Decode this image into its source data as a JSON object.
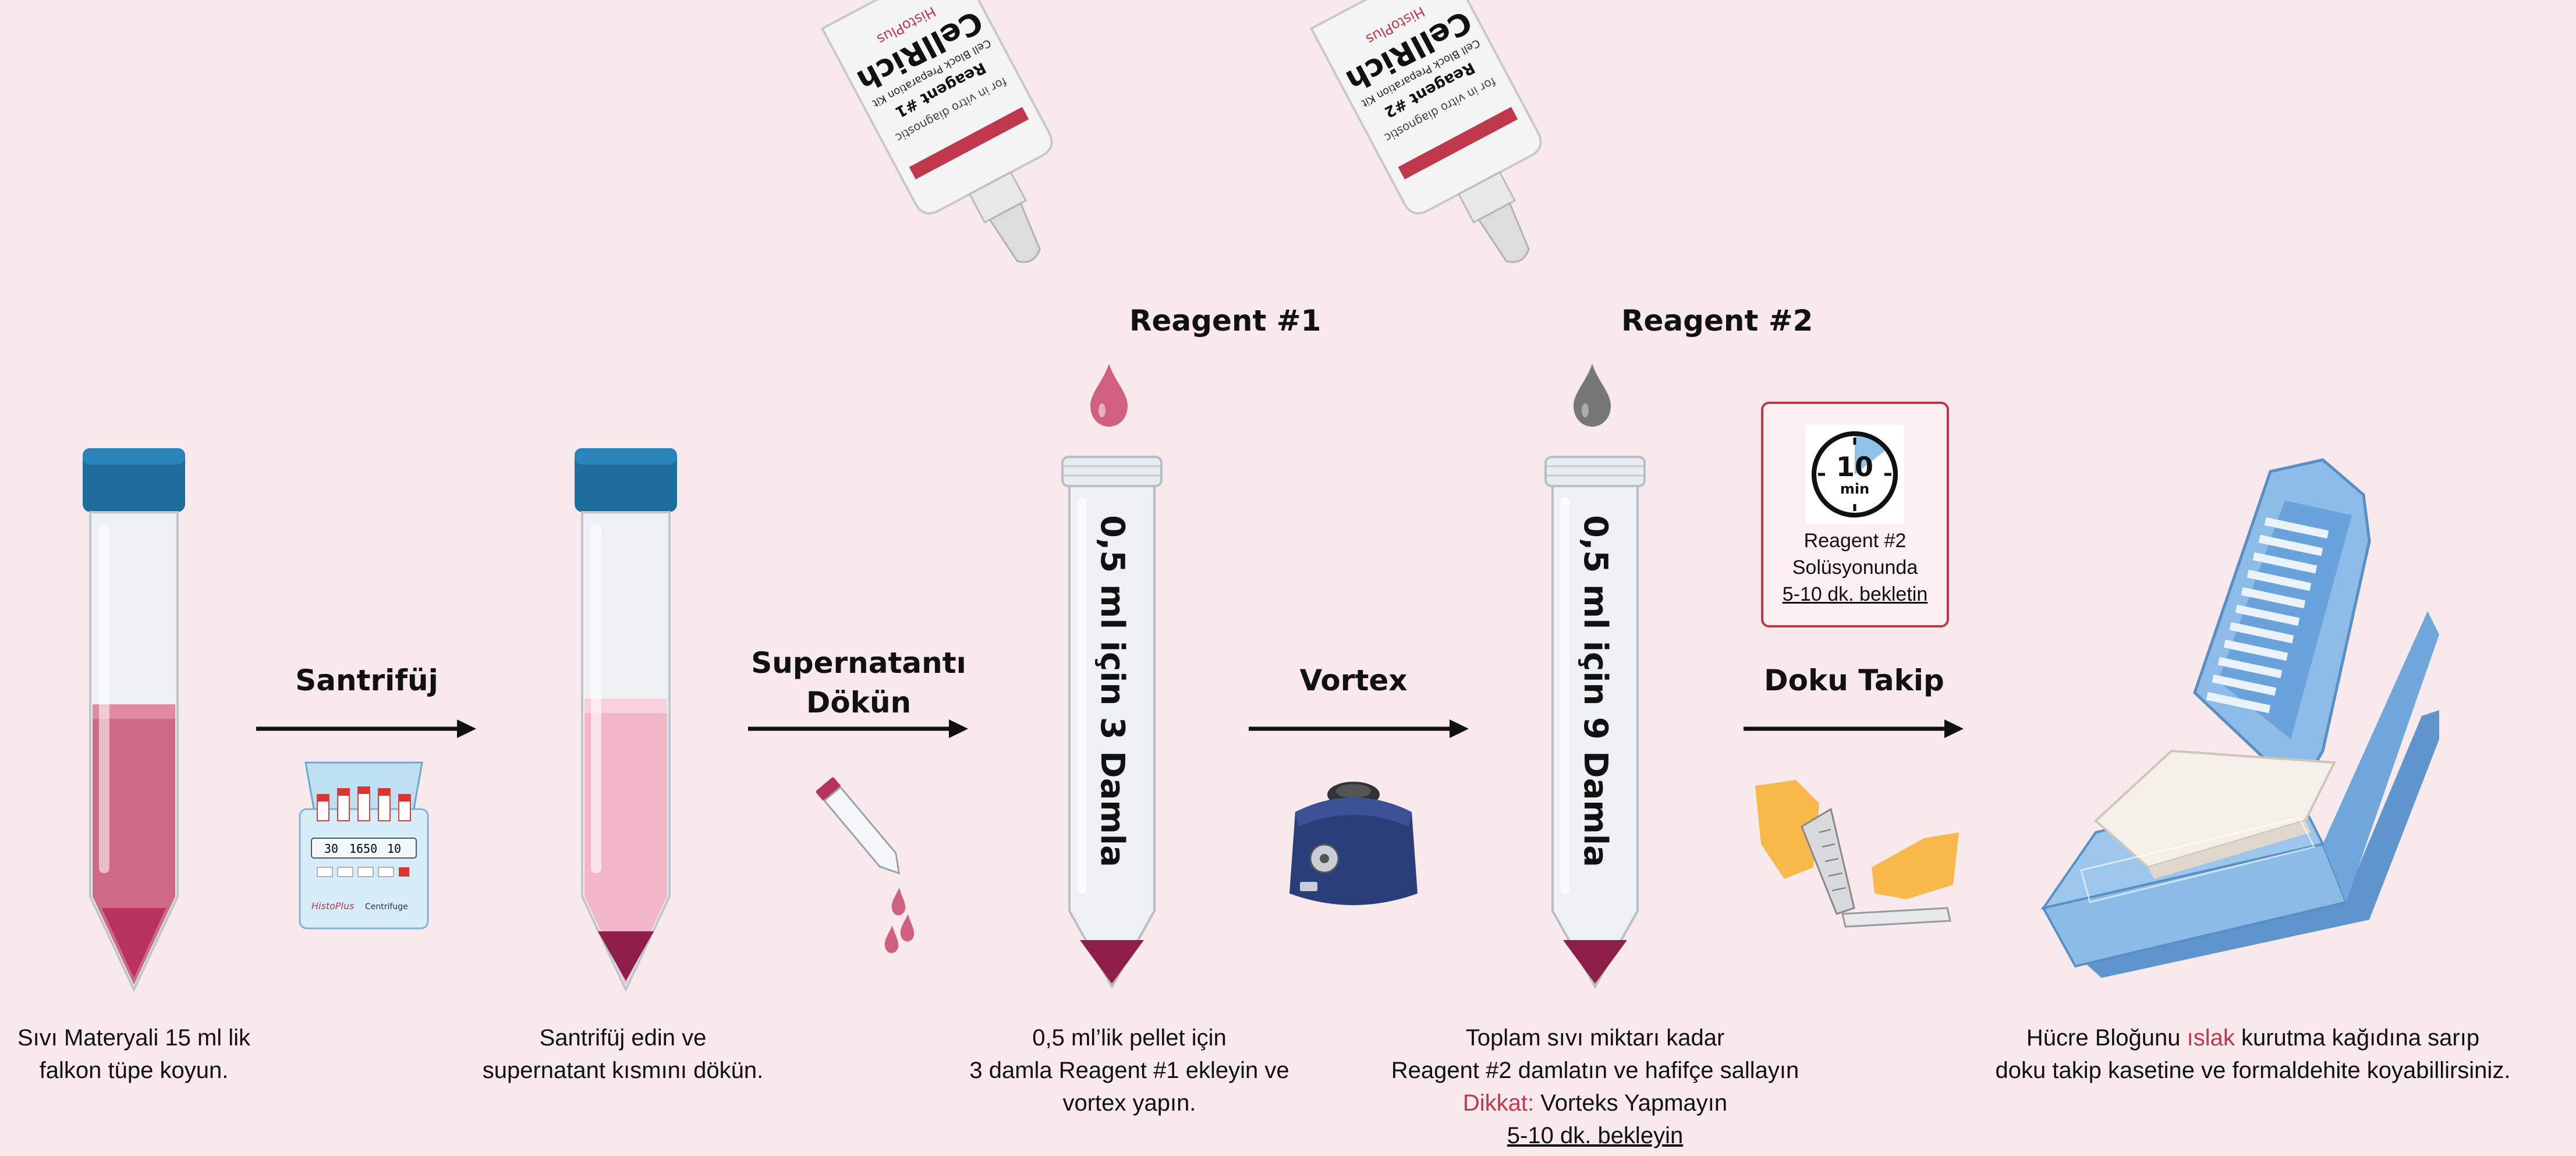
{
  "steps": {
    "centrifuge": {
      "label": "Santrifüj"
    },
    "pour": {
      "label_line1": "Supernatantı",
      "label_line2": "Dökün"
    },
    "vortex": {
      "label": "Vortex"
    },
    "tissue": {
      "label": "Doku Takip"
    }
  },
  "reagents": {
    "r1": {
      "label": "Reagent #1",
      "bottle_brand": "CellRich",
      "bottle_sub": "Cell Block Preparation Kit",
      "bottle_reagent": "Reagent #1",
      "bottle_note": "for in vitro diagnostic",
      "bottle_maker": "HistoPlus"
    },
    "r2": {
      "label": "Reagent #2",
      "bottle_brand": "CellRich",
      "bottle_sub": "Cell Block Preparation Kit",
      "bottle_reagent": "Reagent #2",
      "bottle_note": "for in vitro diagnostic",
      "bottle_maker": "HistoPlus"
    }
  },
  "tubes": {
    "t3": {
      "text": "0,5 ml için 3 Damla"
    },
    "t4": {
      "text": "0,5 ml için 9 Damla"
    }
  },
  "centrifuge_display": {
    "v1": "30",
    "v2": "1650",
    "v3": "10",
    "brand": "HistoPlus",
    "model": "Centrifuge"
  },
  "timer": {
    "number": "10",
    "unit": "min",
    "line1": "Reagent #2",
    "line2": "Solüsyonunda",
    "line3": "5-10 dk. bekletin"
  },
  "captions": {
    "c1": {
      "line1": "Sıvı Materyali 15 ml lik",
      "line2": "falkon tüpe koyun."
    },
    "c2": {
      "line1": "Santrifüj edin ve",
      "line2": "supernatant kısmını dökün."
    },
    "c3": {
      "line1": "0,5 ml’lik pellet için",
      "line2": "3 damla Reagent #1 ekleyin ve",
      "line3": "vortex yapın."
    },
    "c4": {
      "line1": "Toplam sıvı miktarı kadar",
      "line2": "Reagent #2 damlatın ve hafifçe sallayın",
      "line3_red": "Dikkat:",
      "line3_rest": " Vorteks Yapmayın",
      "line4": "5-10 dk. bekleyin"
    },
    "c5": {
      "line1_a": "Hücre Bloğunu ",
      "line1_red": "ıslak",
      "line1_b": " kurutma kağıdına sarıp",
      "line2": "doku takip kasetine ve formaldehite koyabillirsiniz."
    }
  },
  "colors": {
    "background": "#f8e9ec",
    "accent_red": "#c0384b",
    "cap_blue": "#1d6e9c",
    "liquid_pink": "#d0607f",
    "pellet": "#8e1f49",
    "cassette_blue": "#7fb2e3"
  }
}
